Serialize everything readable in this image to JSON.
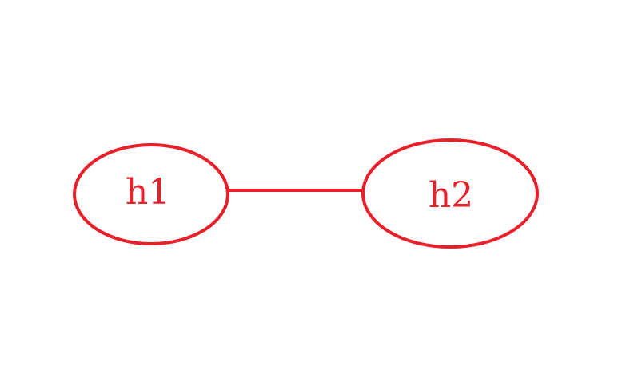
{
  "diagram": {
    "stroke_color": "#e8202a",
    "text_color": "#e8202a",
    "nodes": [
      {
        "id": "h1",
        "label": "h1"
      },
      {
        "id": "h2",
        "label": "h2"
      }
    ],
    "edges": [
      {
        "from": "h1",
        "to": "h2"
      }
    ]
  }
}
